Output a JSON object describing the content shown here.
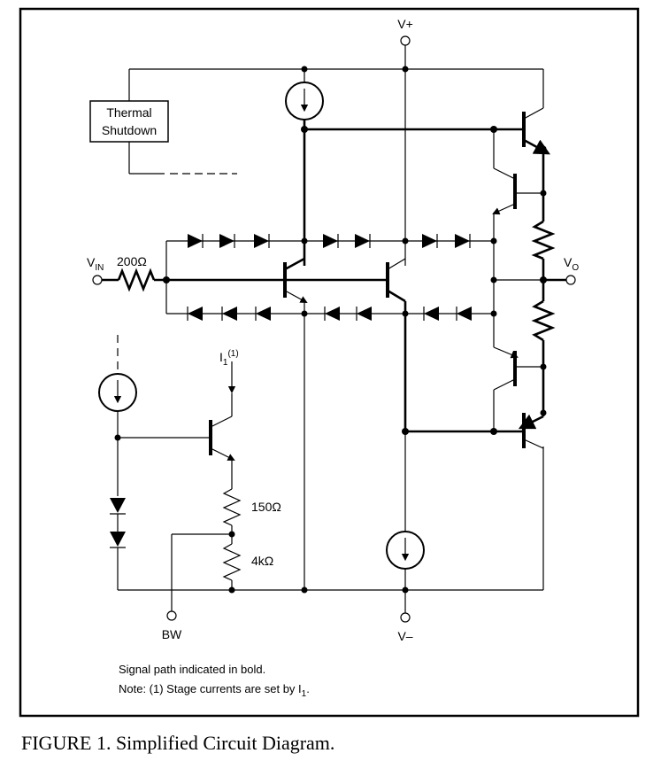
{
  "labels": {
    "v_plus": "V+",
    "v_minus": "V–",
    "v_in_main": "V",
    "v_in_sub": "IN",
    "v_o_main": "V",
    "v_o_sub": "O",
    "r_in": "200Ω",
    "r_150": "150Ω",
    "r_4k": "4kΩ",
    "i1_main": "I",
    "i1_sub": "1",
    "i1_sup": "(1)",
    "bw": "BW",
    "thermal_line1": "Thermal",
    "thermal_line2": "Shutdown"
  },
  "notes": {
    "line1": "Signal path indicated in bold.",
    "line2_text": "Note: (1) Stage currents are set by I",
    "line2_sub": "1",
    "line2_end": "."
  },
  "caption": "FIGURE 1. Simplified Circuit Diagram."
}
